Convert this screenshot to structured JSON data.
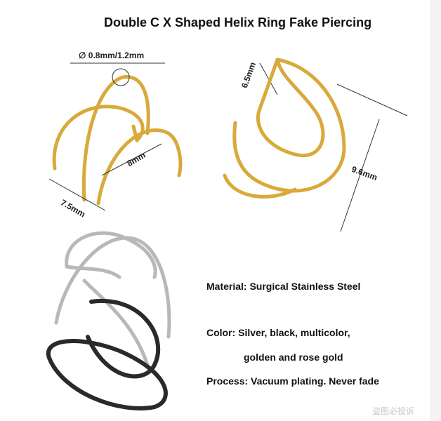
{
  "title": "Double C X Shaped Helix Ring Fake Piercing",
  "dimensions": {
    "wire": "∅ 0.8mm/1.2mm",
    "height": "6.5mm",
    "inner": "8mm",
    "width": "7.5mm",
    "length": "9.6mm"
  },
  "specs": {
    "material": "Material: Surgical Stainless Steel",
    "color_line1": "Color: Silver, black, multicolor,",
    "color_line2": "golden and rose gold",
    "process": "Process: Vacuum plating. Never fade"
  },
  "watermark": "盗图必投诉",
  "colors": {
    "gold": "#d9a93a",
    "silver": "#b8b8b8",
    "black": "#2a2a2a"
  }
}
